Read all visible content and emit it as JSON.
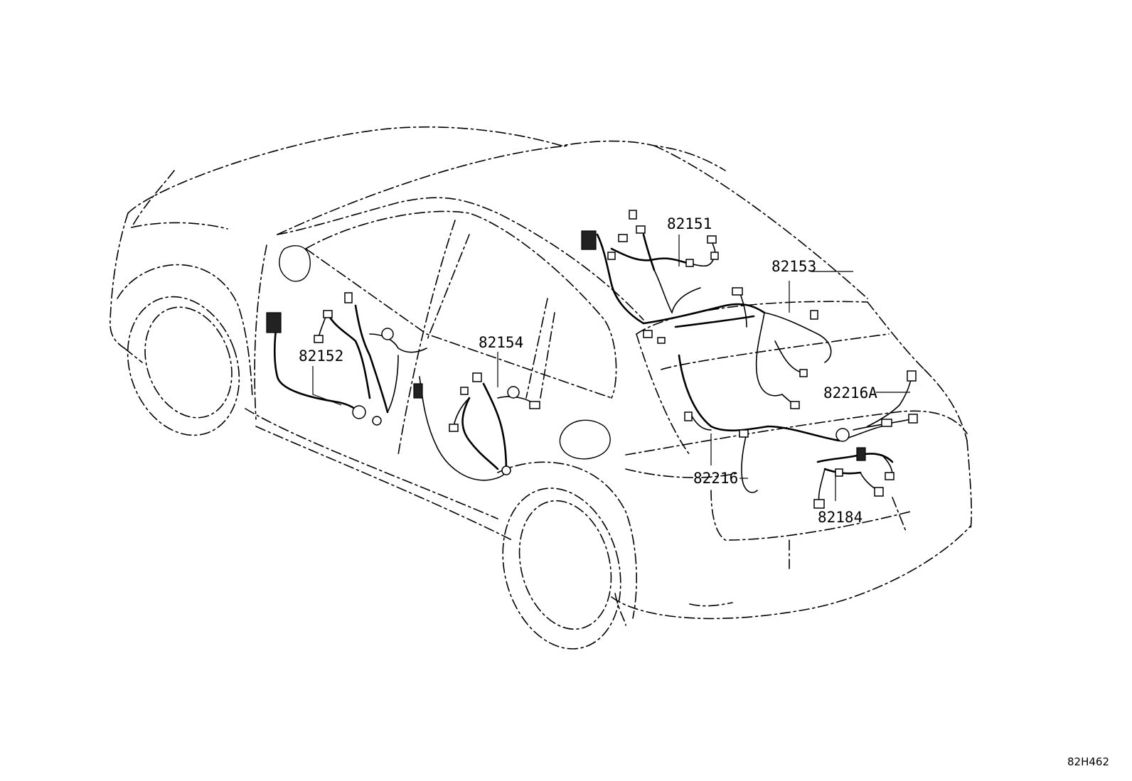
{
  "diagram_code": "82H462",
  "parts": [
    {
      "id": "82151",
      "label": "82151"
    },
    {
      "id": "82152",
      "label": "82152"
    },
    {
      "id": "82153",
      "label": "82153"
    },
    {
      "id": "82154",
      "label": "82154"
    },
    {
      "id": "82216A",
      "label": "82216A"
    },
    {
      "id": "82216",
      "label": "82216"
    },
    {
      "id": "82184",
      "label": "82184"
    }
  ]
}
